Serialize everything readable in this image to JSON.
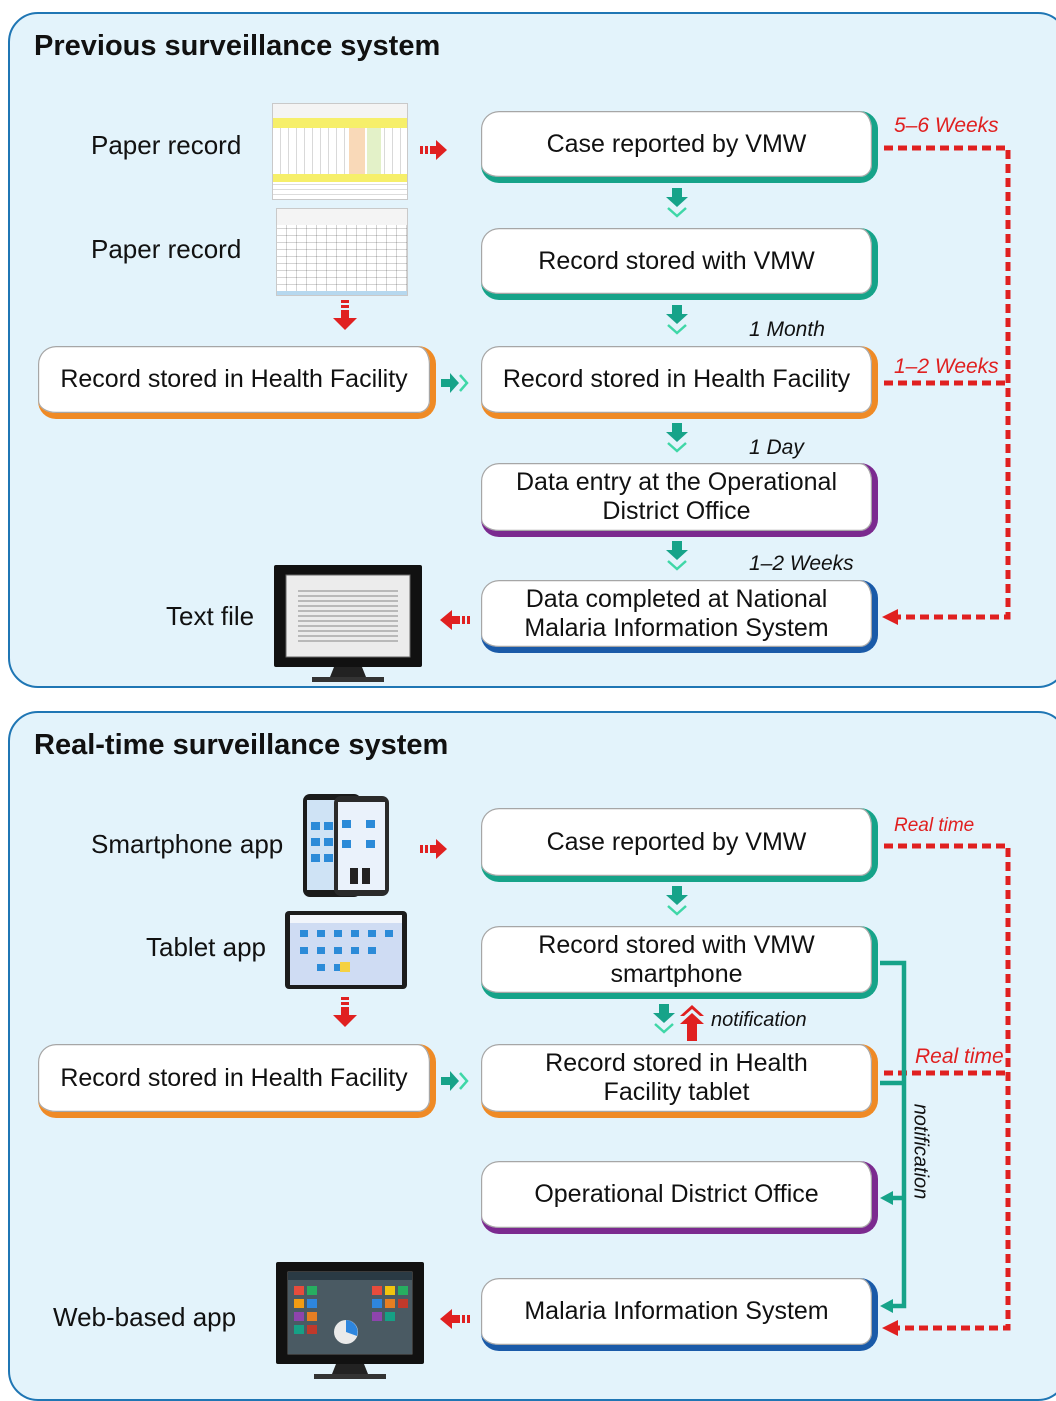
{
  "previous": {
    "title": "Previous surveillance system",
    "sources": [
      "Paper record",
      "Paper record"
    ],
    "output_label": "Text file",
    "left_box": "Record stored in Health Facility",
    "steps": [
      "Case reported by VMW",
      "Record stored with VMW",
      "Record stored in Health Facility",
      "Data entry at the Operational District Office",
      "Data completed at National Malaria Information System"
    ],
    "intervals": [
      "1 Month",
      "1 Day",
      "1–2 Weeks"
    ],
    "report_times": [
      "5–6 Weeks",
      "1–2 Weeks"
    ]
  },
  "realtime": {
    "title": "Real-time surveillance system",
    "sources": [
      "Smartphone app",
      "Tablet app"
    ],
    "output_label": "Web-based app",
    "left_box": "Record stored in Health Facility",
    "steps": [
      "Case reported by VMW",
      "Record stored with VMW smartphone",
      "Record stored in Health Facility tablet",
      "Operational District Office",
      "Malaria Information System"
    ],
    "notification_label": "notification",
    "vertical_notification_label": "notification",
    "report_times": [
      "Real time",
      "Real time"
    ]
  },
  "colors": {
    "panel_bg": "#e3f3fb",
    "panel_border": "#1f76b4",
    "teal": "#16a389",
    "orange": "#ef8a25",
    "purple": "#7b2a8f",
    "blue": "#1a5aa8",
    "red": "#e02020"
  }
}
